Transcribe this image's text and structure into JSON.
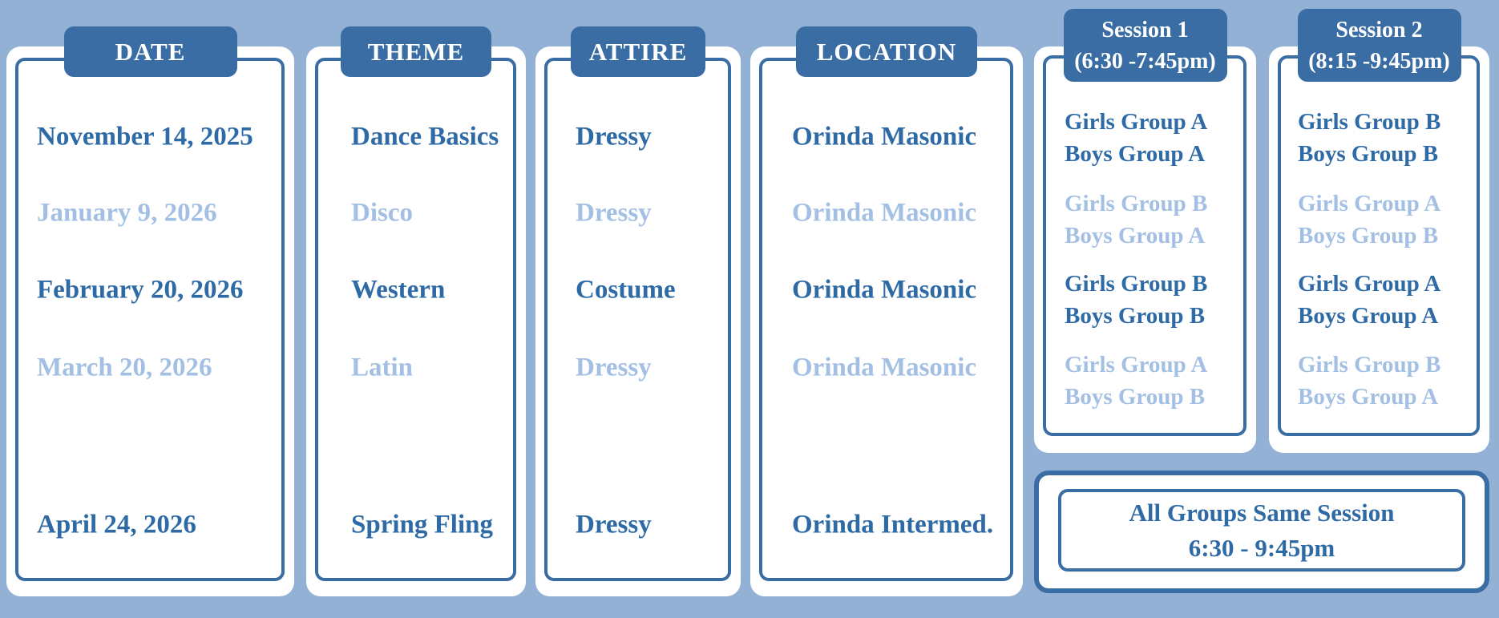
{
  "palette": {
    "background": "#93b0d5",
    "card_background": "#ffffff",
    "header_tab_background": "#3a6da4",
    "border_blue": "#3a6da4",
    "text_dark_blue": "#2e6aa5",
    "text_light_blue": "#a3c0e4",
    "header_text": "#ffffff"
  },
  "columns": [
    {
      "id": "date",
      "header": "DATE",
      "rows": [
        {
          "text": "November 14, 2025",
          "emphasis": "dark"
        },
        {
          "text": "January 9, 2026",
          "emphasis": "light"
        },
        {
          "text": "February 20, 2026",
          "emphasis": "dark"
        },
        {
          "text": "March 20, 2026",
          "emphasis": "light"
        },
        {
          "text": "April 24, 2026",
          "emphasis": "dark"
        }
      ]
    },
    {
      "id": "theme",
      "header": "THEME",
      "rows": [
        {
          "text": "Dance Basics",
          "emphasis": "dark"
        },
        {
          "text": "Disco",
          "emphasis": "light"
        },
        {
          "text": "Western",
          "emphasis": "dark"
        },
        {
          "text": "Latin",
          "emphasis": "light"
        },
        {
          "text": "Spring Fling",
          "emphasis": "dark"
        }
      ]
    },
    {
      "id": "attire",
      "header": "ATTIRE",
      "rows": [
        {
          "text": "Dressy",
          "emphasis": "dark"
        },
        {
          "text": "Dressy",
          "emphasis": "light"
        },
        {
          "text": "Costume",
          "emphasis": "dark"
        },
        {
          "text": "Dressy",
          "emphasis": "light"
        },
        {
          "text": "Dressy",
          "emphasis": "dark"
        }
      ]
    },
    {
      "id": "location",
      "header": "LOCATION",
      "rows": [
        {
          "text": "Orinda Masonic",
          "emphasis": "dark"
        },
        {
          "text": "Orinda Masonic",
          "emphasis": "light"
        },
        {
          "text": "Orinda Masonic",
          "emphasis": "dark"
        },
        {
          "text": "Orinda Masonic",
          "emphasis": "light"
        },
        {
          "text": "Orinda Intermed.",
          "emphasis": "dark"
        }
      ]
    }
  ],
  "sessions": [
    {
      "id": "session-1",
      "header_line1": "Session 1",
      "header_line2": "(6:30 -7:45pm)",
      "rows": [
        {
          "lines": [
            "Girls Group A",
            "Boys Group A"
          ],
          "emphasis": "dark"
        },
        {
          "lines": [
            "Girls Group B",
            "Boys Group A"
          ],
          "emphasis": "light"
        },
        {
          "lines": [
            "Girls Group B",
            "Boys Group B"
          ],
          "emphasis": "dark"
        },
        {
          "lines": [
            "Girls Group A",
            "Boys Group B"
          ],
          "emphasis": "light"
        }
      ]
    },
    {
      "id": "session-2",
      "header_line1": "Session 2",
      "header_line2": "(8:15 -9:45pm)",
      "rows": [
        {
          "lines": [
            "Girls Group B",
            "Boys Group B"
          ],
          "emphasis": "dark"
        },
        {
          "lines": [
            "Girls Group A",
            "Boys Group B"
          ],
          "emphasis": "light"
        },
        {
          "lines": [
            "Girls Group A",
            "Boys Group A"
          ],
          "emphasis": "dark"
        },
        {
          "lines": [
            "Girls Group B",
            "Boys Group A"
          ],
          "emphasis": "light"
        }
      ]
    }
  ],
  "footer_note": {
    "line1": "All Groups Same Session",
    "line2": "6:30 - 9:45pm"
  }
}
